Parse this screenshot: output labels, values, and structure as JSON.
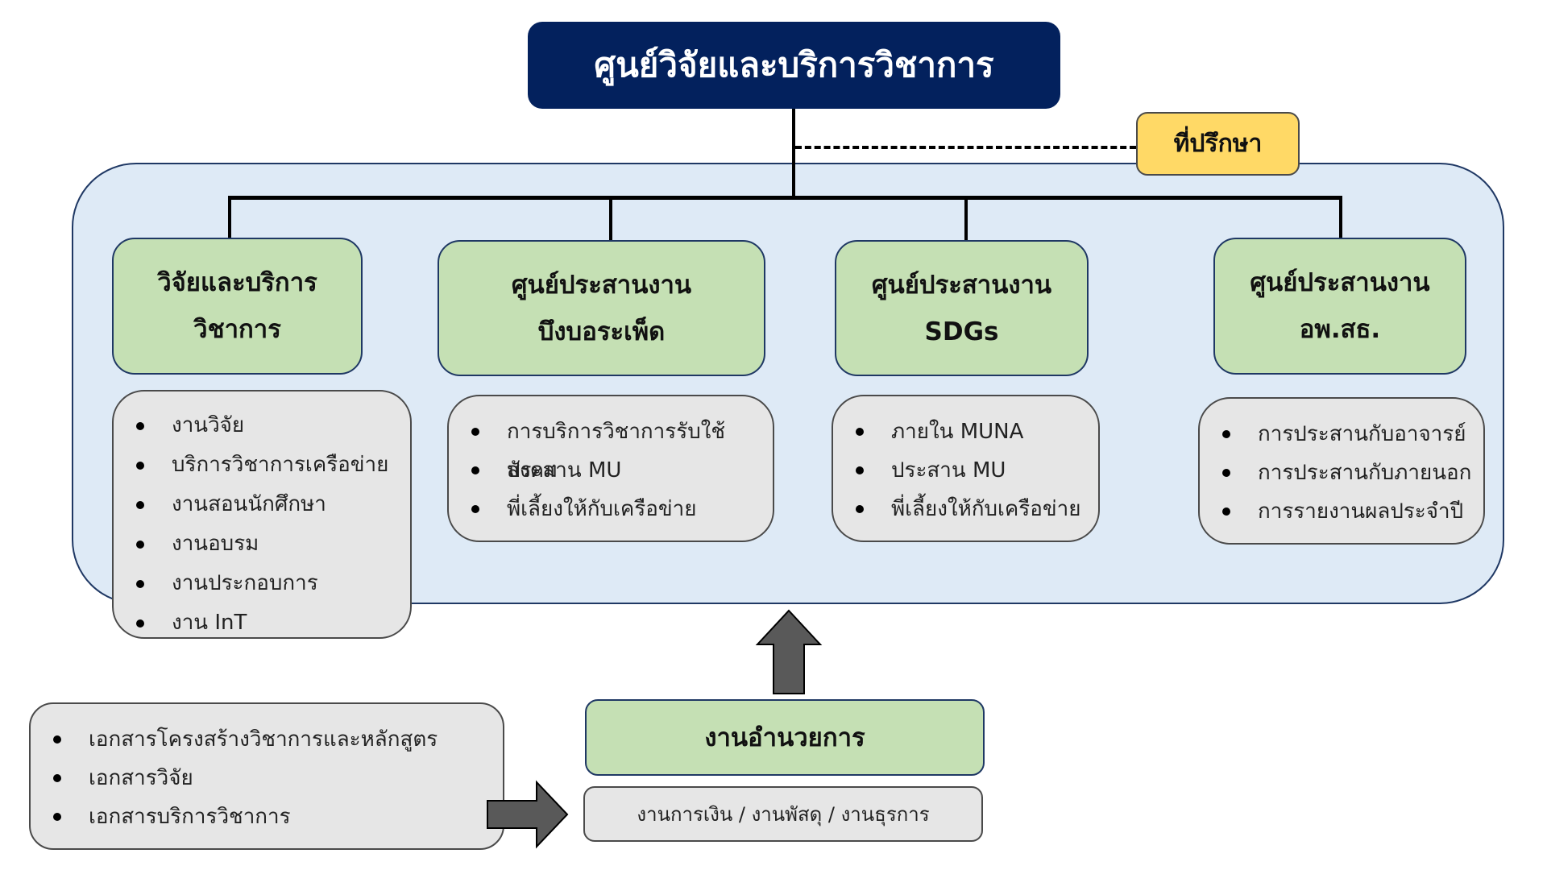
{
  "top": {
    "title": "ศูนย์วิจัยและบริการวิชาการ"
  },
  "advisor": {
    "label": "ที่ปรึกษา"
  },
  "units": [
    {
      "title_line1": "วิจัยและบริการ",
      "title_line2": "วิชาการ",
      "items": [
        "งานวิจัย",
        "บริการวิชาการเครือข่าย",
        "งานสอนนักศึกษา",
        "งานอบรม",
        "งานประกอบการ",
        "งาน InT"
      ]
    },
    {
      "title_line1": "ศูนย์ประสานงาน",
      "title_line2": "บึงบอระเพ็ด",
      "items": [
        "การบริการวิชาการรับใช้สังคม",
        "ประสาน MU",
        "พี่เลี้ยงให้กับเครือข่าย"
      ]
    },
    {
      "title_line1": "ศูนย์ประสานงาน",
      "title_line2": "SDGs",
      "items": [
        "ภายใน MUNA",
        "ประสาน MU",
        "พี่เลี้ยงให้กับเครือข่าย"
      ]
    },
    {
      "title_line1": "ศูนย์ประสานงาน",
      "title_line2": "อพ.สธ.",
      "items": [
        "การประสานกับอาจารย์",
        "การประสานกับภายนอก",
        "การรายงานผลประจำปี"
      ]
    }
  ],
  "admin": {
    "title": "งานอำนวยการ",
    "sub": "งานการเงิน / งานพัสดุ / งานธุรการ"
  },
  "documents": {
    "items": [
      "เอกสารโครงสร้างวิชาการและหลักสูตร",
      "เอกสารวิจัย",
      "เอกสารบริการวิชาการ"
    ]
  },
  "colors": {
    "title_bg": "#03215D",
    "advisor_bg": "#FFD966",
    "container_bg": "#DEEAF6",
    "unit_bg": "#C5E0B4",
    "list_bg": "#E6E6E6",
    "arrow": "#595959"
  }
}
